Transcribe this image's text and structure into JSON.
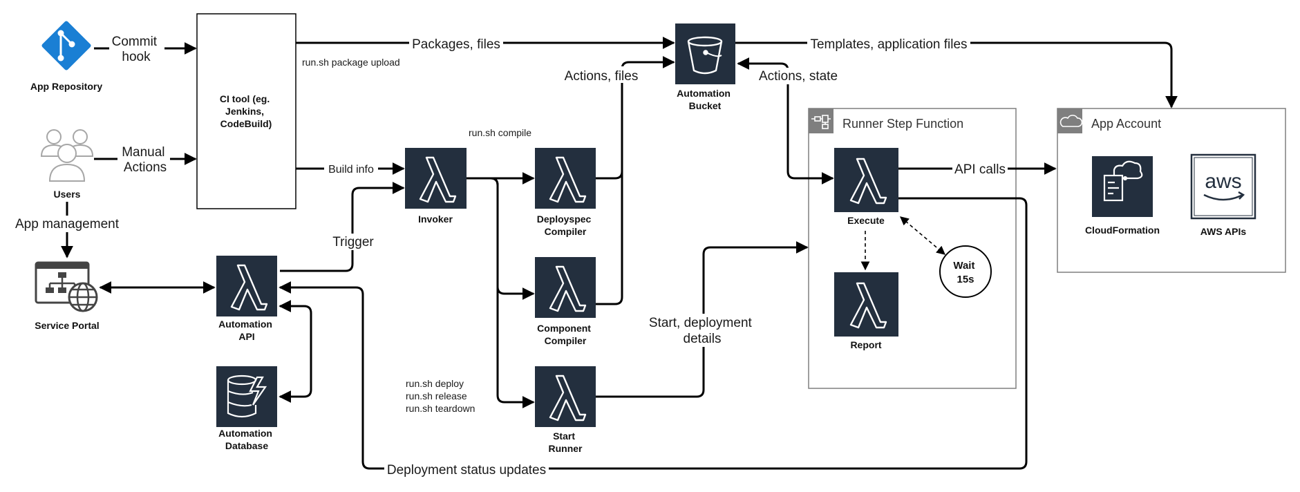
{
  "colors": {
    "lambda_bg": "#232f3e",
    "git": "#1a7fd4",
    "users": "#a6a6a6",
    "portal_dark": "#444444",
    "group_border": "#7f7f7f",
    "line": "#000000"
  },
  "nodes": {
    "app_repository": "App Repository",
    "users": "Users",
    "service_portal": "Service Portal",
    "ci_tool": [
      "CI tool (eg.",
      "Jenkins,",
      "CodeBuild)"
    ],
    "automation_api": [
      "Automation",
      "API"
    ],
    "automation_database": [
      "Automation",
      "Database"
    ],
    "invoker": "Invoker",
    "deployspec_compiler": [
      "Deployspec",
      "Compiler"
    ],
    "component_compiler": [
      "Component",
      "Compiler"
    ],
    "start_runner": [
      "Start",
      "Runner"
    ],
    "automation_bucket": [
      "Automation",
      "Bucket"
    ],
    "execute": "Execute",
    "report": "Report",
    "wait": [
      "Wait",
      "15s"
    ],
    "cloudformation": "CloudFormation",
    "aws_apis": "AWS APIs",
    "aws_logo_text": "aws"
  },
  "groups": {
    "runner_step_function": "Runner Step Function",
    "app_account": "App Account"
  },
  "edges": {
    "commit_hook": [
      "Commit",
      "hook"
    ],
    "manual_actions": [
      "Manual",
      "Actions"
    ],
    "app_management": "App management",
    "packages_files": "Packages, files",
    "package_upload": "run.sh package upload",
    "build_info": "Build info",
    "compile": "run.sh compile",
    "actions_files": "Actions, files",
    "templates_files": "Templates, application files",
    "actions_state": "Actions, state",
    "api_calls": "API calls",
    "trigger": "Trigger",
    "start_details": [
      "Start, deployment",
      "details"
    ],
    "run_cmds": [
      "run.sh deploy",
      "run.sh release",
      "run.sh teardown"
    ],
    "status_updates": "Deployment status updates"
  }
}
